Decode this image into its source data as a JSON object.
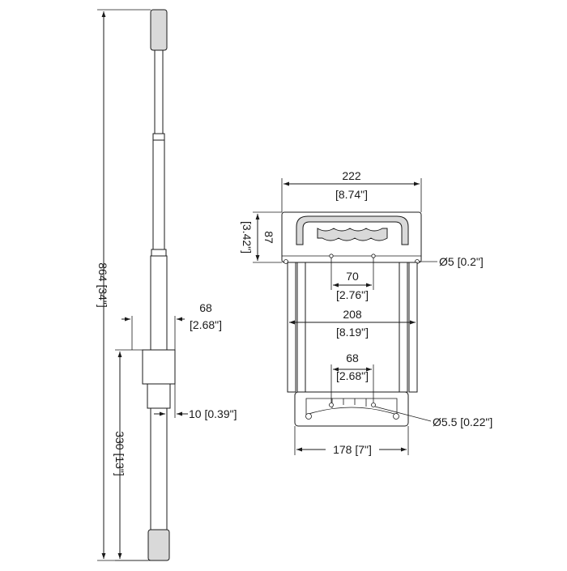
{
  "side_view": {
    "overall_height": "864 [34\"]",
    "mount_height": "330 [13\"]",
    "bracket_depth_mm": "68",
    "bracket_depth_in": "[2.68\"]",
    "tube_offset": "10 [0.39\"]"
  },
  "front_view": {
    "overall_width_mm": "222",
    "overall_width_in": "[8.74\"]",
    "handle_height_mm": "87",
    "handle_height_in": "[3.42\"]",
    "top_hole_spacing_mm": "70",
    "top_hole_spacing_in": "[2.76\"]",
    "top_hole_dia": "Ø5 [0.2\"]",
    "tube_spacing_mm": "208",
    "tube_spacing_in": "[8.19\"]",
    "base_hole_spacing_mm": "68",
    "base_hole_spacing_in": "[2.68\"]",
    "base_hole_dia": "Ø5.5 [0.22\"]",
    "base_width": "178 [7\"]"
  }
}
